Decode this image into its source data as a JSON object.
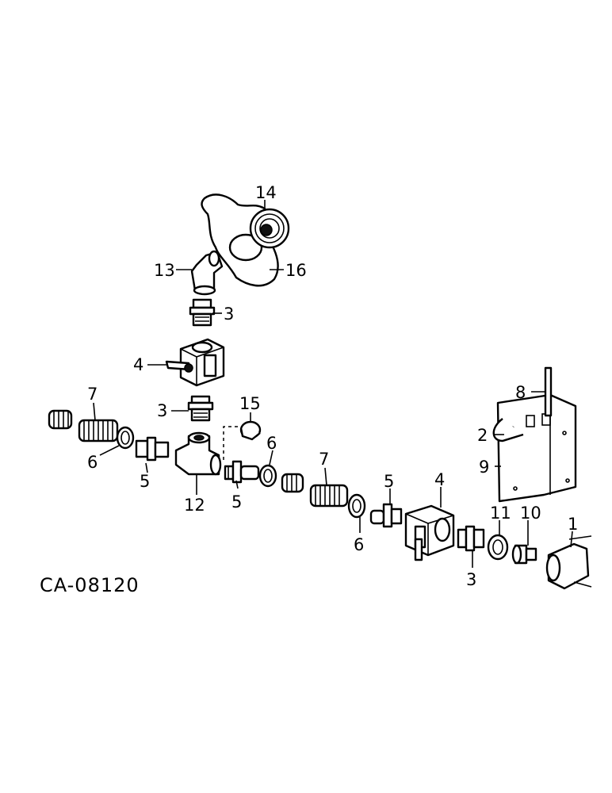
{
  "drawing_code": "CA-08120",
  "labels": {
    "l14": "14",
    "l13": "13",
    "l16": "16",
    "l3_top": "3",
    "l4_left": "4",
    "l3_mid": "3",
    "l15": "15",
    "l7_left": "7",
    "l6_left": "6",
    "l5_left": "5",
    "l12": "12",
    "l5_mid": "5",
    "l6_mid": "6",
    "l7_mid": "7",
    "l6_low": "6",
    "l5_right": "5",
    "l4_right": "4",
    "l3_low": "3",
    "l11": "11",
    "l10": "10",
    "l1": "1",
    "l8": "8",
    "l2": "2",
    "l9": "9"
  }
}
